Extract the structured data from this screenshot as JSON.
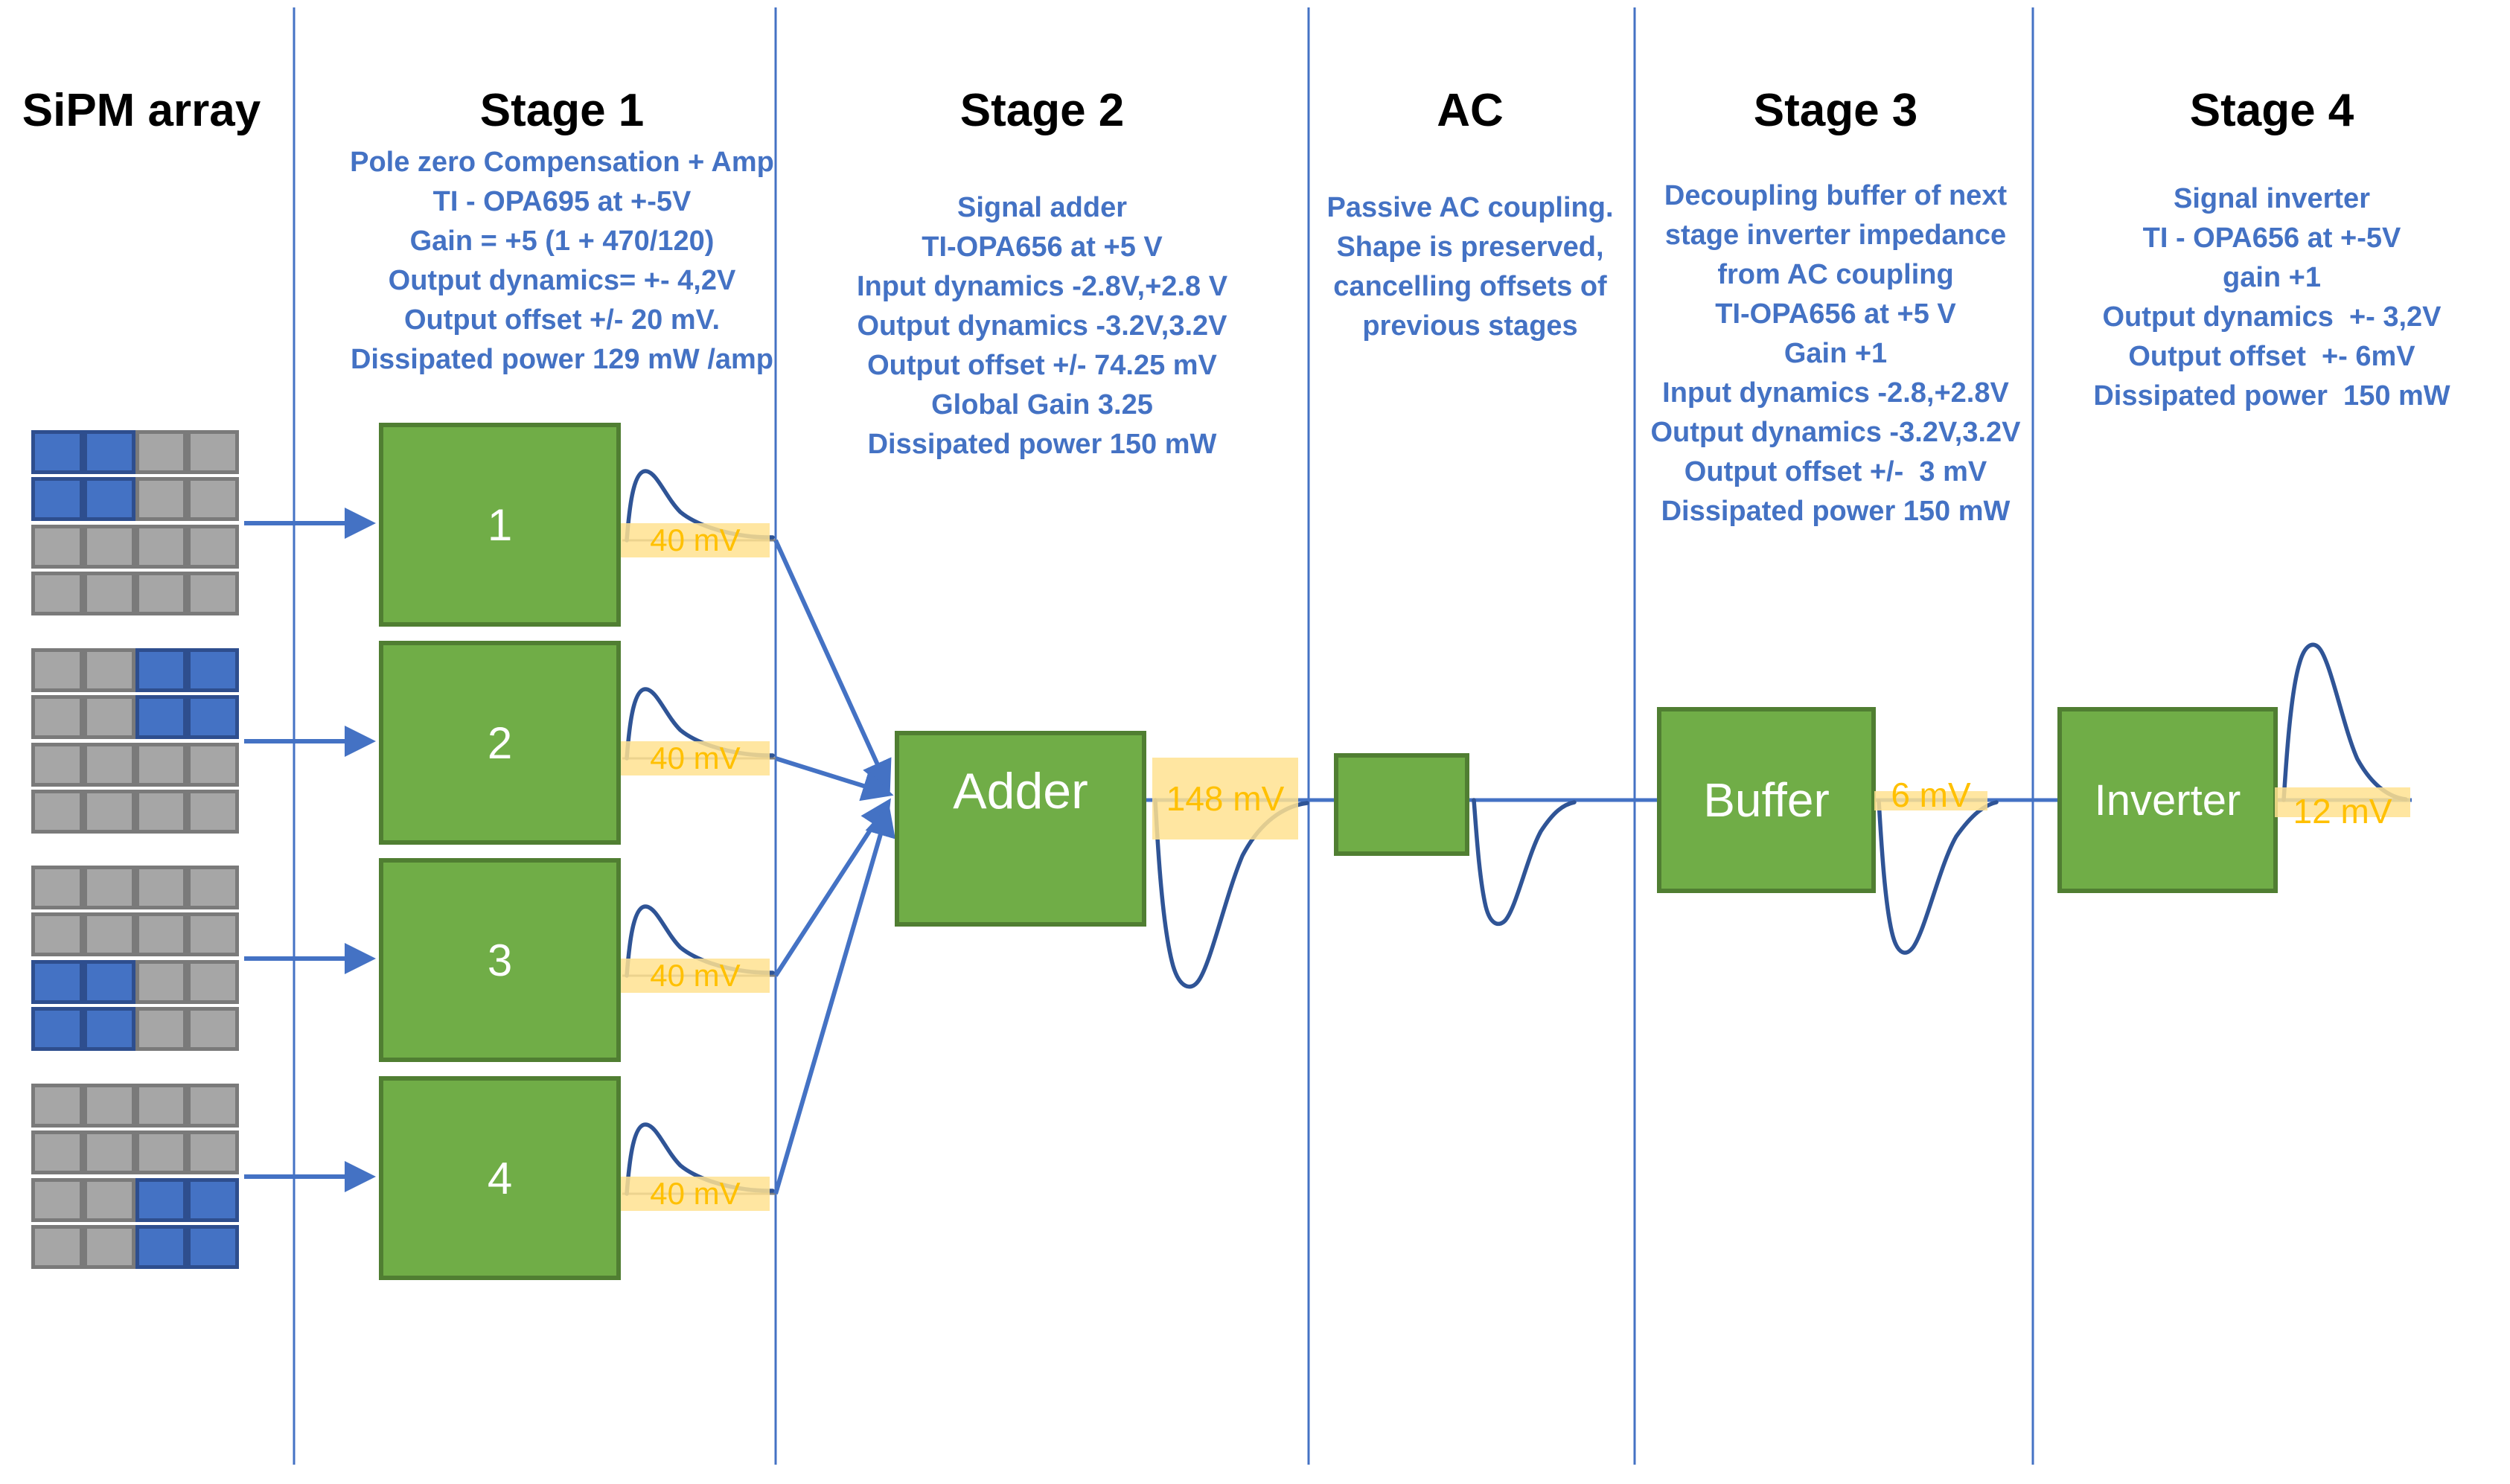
{
  "header": {
    "columns": [
      {
        "title": "SiPM array",
        "lines": []
      },
      {
        "title": "Stage 1",
        "lines": [
          "Pole zero Compensation + Amp",
          "TI - OPA695 at +-5V",
          "Gain = +5 (1 + 470/120)",
          "Output dynamics= +- 4,2V",
          "Output offset +/- 20 mV.",
          "Dissipated power 129 mW /amp"
        ]
      },
      {
        "title": "Stage 2",
        "lines": [
          "Signal adder",
          "TI-OPA656 at +5 V",
          "Input dynamics -2.8V,+2.8 V",
          "Output dynamics -3.2V,3.2V",
          "Output offset +/- 74.25 mV",
          "Global Gain 3.25",
          "Dissipated power 150 mW"
        ]
      },
      {
        "title": "AC",
        "lines": [
          "Passive AC coupling.",
          "Shape is preserved,",
          "cancelling offsets of",
          "previous stages"
        ]
      },
      {
        "title": "Stage 3",
        "lines": [
          "Decoupling buffer of next",
          "stage inverter impedance",
          "from AC coupling",
          "TI-OPA656 at +5 V",
          "Gain +1",
          "Input dynamics -2.8,+2.8V",
          "Output dynamics -3.2V,3.2V",
          "Output offset +/-  3 mV",
          "Dissipated power 150 mW"
        ]
      },
      {
        "title": "Stage 4",
        "lines": [
          "Signal inverter",
          "TI - OPA656 at +-5V",
          "gain +1",
          "Output dynamics  +- 3,2V",
          "Output offset  +- 6mV",
          "Dissipated power  150 mW"
        ]
      }
    ]
  },
  "sipm_array": {
    "rows": 4,
    "cols": 4,
    "blocks": [
      {
        "blue_rows": [
          0,
          1
        ],
        "blue_cols": [
          0,
          1
        ]
      },
      {
        "blue_rows": [
          0,
          1
        ],
        "blue_cols": [
          2,
          3
        ]
      },
      {
        "blue_rows": [
          2,
          3
        ],
        "blue_cols": [
          0,
          1
        ]
      },
      {
        "blue_rows": [
          2,
          3
        ],
        "blue_cols": [
          2,
          3
        ]
      }
    ]
  },
  "blocks": {
    "amps": [
      "1",
      "2",
      "3",
      "4"
    ],
    "adder": "Adder",
    "buffer": "Buffer",
    "inverter": "Inverter",
    "capacitor_icon": "capacitor-symbol"
  },
  "signals": {
    "amp_outputs": [
      "40 mV",
      "40 mV",
      "40 mV",
      "40 mV"
    ],
    "adder_output": "148 mV",
    "buffer_output": "6 mV",
    "inverter_output": "12 mV"
  },
  "colors": {
    "accent_blue": "#4472C4",
    "box_green": "#70AD47",
    "box_green_border": "#507E32",
    "cell_gray": "#A6A6A6",
    "cell_gray_border": "#7A7A7A",
    "cell_blue": "#4472C4",
    "cell_blue_border": "#2E4E8E",
    "waveform_blue": "#2F5496",
    "label_orange": "#FFC000",
    "highlight_yellow": "#FFE691",
    "baseline_gray": "#808080"
  }
}
